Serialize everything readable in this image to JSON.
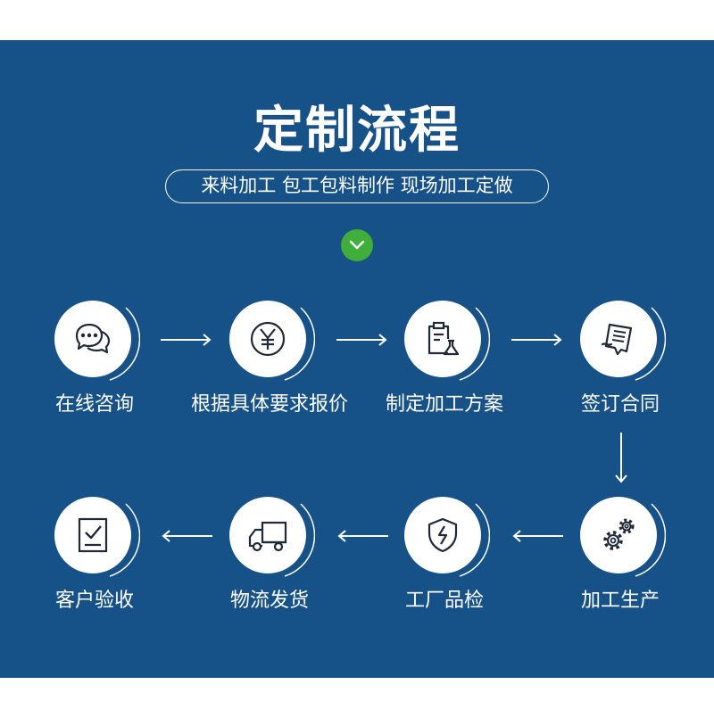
{
  "header": {
    "title": "定制流程",
    "subtitle": "来料加工 包工包料制作 现场加工定做"
  },
  "colors": {
    "panel": "#165288",
    "accent": "#3fae3a",
    "icon": "#1f2a36"
  },
  "steps": [
    {
      "label": "在线咨询",
      "icon": "chat-bubbles-icon"
    },
    {
      "label": "根据具体要求报价",
      "icon": "yen-coin-icon"
    },
    {
      "label": "制定加工方案",
      "icon": "clipboard-flask-icon"
    },
    {
      "label": "签订合同",
      "icon": "contract-document-icon"
    },
    {
      "label": "加工生产",
      "icon": "gears-icon"
    },
    {
      "label": "工厂品检",
      "icon": "shield-lightning-icon"
    },
    {
      "label": "物流发货",
      "icon": "delivery-truck-icon"
    },
    {
      "label": "客户验收",
      "icon": "checkbox-document-icon"
    }
  ]
}
